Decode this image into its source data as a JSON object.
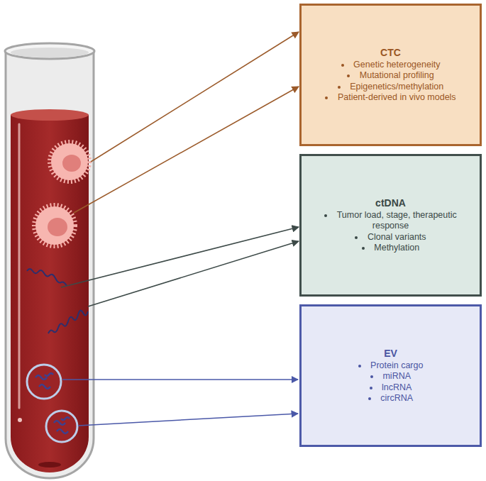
{
  "diagram": {
    "nodes": [
      {
        "text": [
          "CTC",
          "Genetic heterogeneity",
          "Mutational profiling",
          "Epigenetics/methylation",
          "Patient-derived in vivo models"
        ]
      },
      {
        "text": [
          "ctDNA",
          "Tumor load, stage, therapeutic response",
          "Clonal variants",
          "Methylation"
        ]
      },
      {
        "text": [
          "EV",
          "Protein cargo",
          "miRNA",
          "lncRNA",
          "circRNA"
        ]
      }
    ]
  }
}
